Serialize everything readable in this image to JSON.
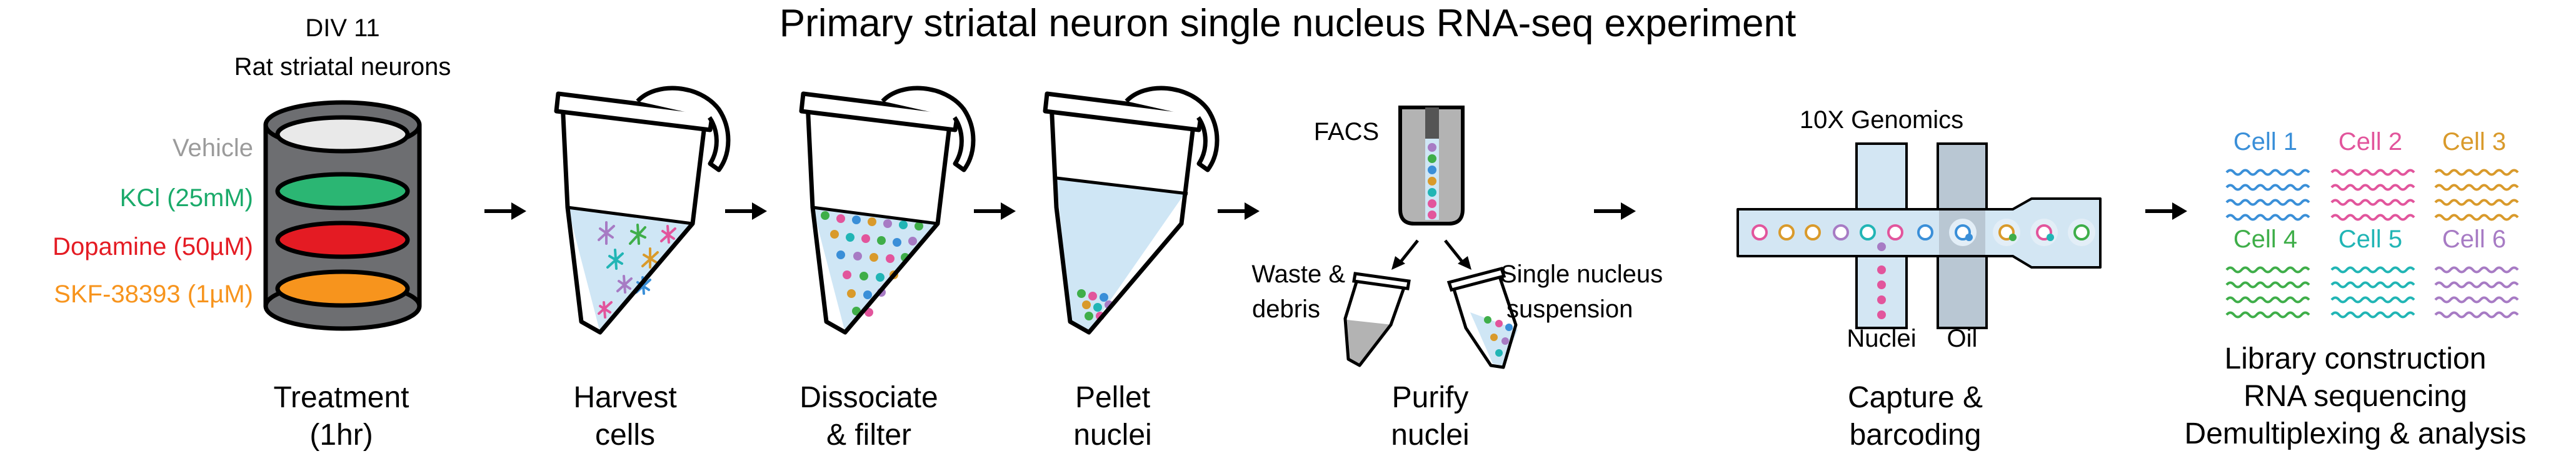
{
  "title": "Primary striatal neuron single nucleus RNA-seq experiment",
  "culture": {
    "line1": "DIV 11",
    "line2": "Rat striatal neurons"
  },
  "treatments": [
    {
      "label": "Vehicle",
      "color": "#9b9b9b",
      "fill": "#e9e9e9"
    },
    {
      "label": "KCl (25mM)",
      "color": "#1aaa6a",
      "fill": "#2bb673"
    },
    {
      "label": "Dopamine (50µM)",
      "color": "#e41b23",
      "fill": "#e41b23"
    },
    {
      "label": "SKF-38393 (1µM)",
      "color": "#f7941d",
      "fill": "#f7941d"
    }
  ],
  "steps": [
    {
      "line1": "Treatment",
      "line2": "(1hr)"
    },
    {
      "line1": "Harvest",
      "line2": "cells"
    },
    {
      "line1": "Dissociate",
      "line2": "& filter"
    },
    {
      "line1": "Pellet",
      "line2": "nuclei"
    },
    {
      "line1": "Purify",
      "line2": "nuclei"
    },
    {
      "line1": "Capture &",
      "line2": "barcoding"
    },
    {
      "line1": "Library construction",
      "line2": "RNA sequencing",
      "line3": "Demultiplexing & analysis"
    }
  ],
  "facs": {
    "label": "FACS",
    "waste_line1": "Waste &",
    "waste_line2": "debris",
    "single_line1": "Single nucleus",
    "single_line2": "suspension"
  },
  "capture": {
    "label": "10X Genomics",
    "nuclei_label": "Nuclei",
    "oil_label": "Oil"
  },
  "cells": [
    {
      "label": "Cell 1",
      "color": "#3a8fd8"
    },
    {
      "label": "Cell 2",
      "color": "#e2559c"
    },
    {
      "label": "Cell 3",
      "color": "#d99a2b"
    },
    {
      "label": "Cell 4",
      "color": "#3fae49"
    },
    {
      "label": "Cell 5",
      "color": "#21b5b5"
    },
    {
      "label": "Cell 6",
      "color": "#a77bc4"
    }
  ],
  "colors": {
    "liquid": "#cfe6f5",
    "channel": "#d3e6f3",
    "oil_channel": "#b9c7d3",
    "pellet_gray": "#b3b3b3",
    "arrow": "#000000"
  }
}
